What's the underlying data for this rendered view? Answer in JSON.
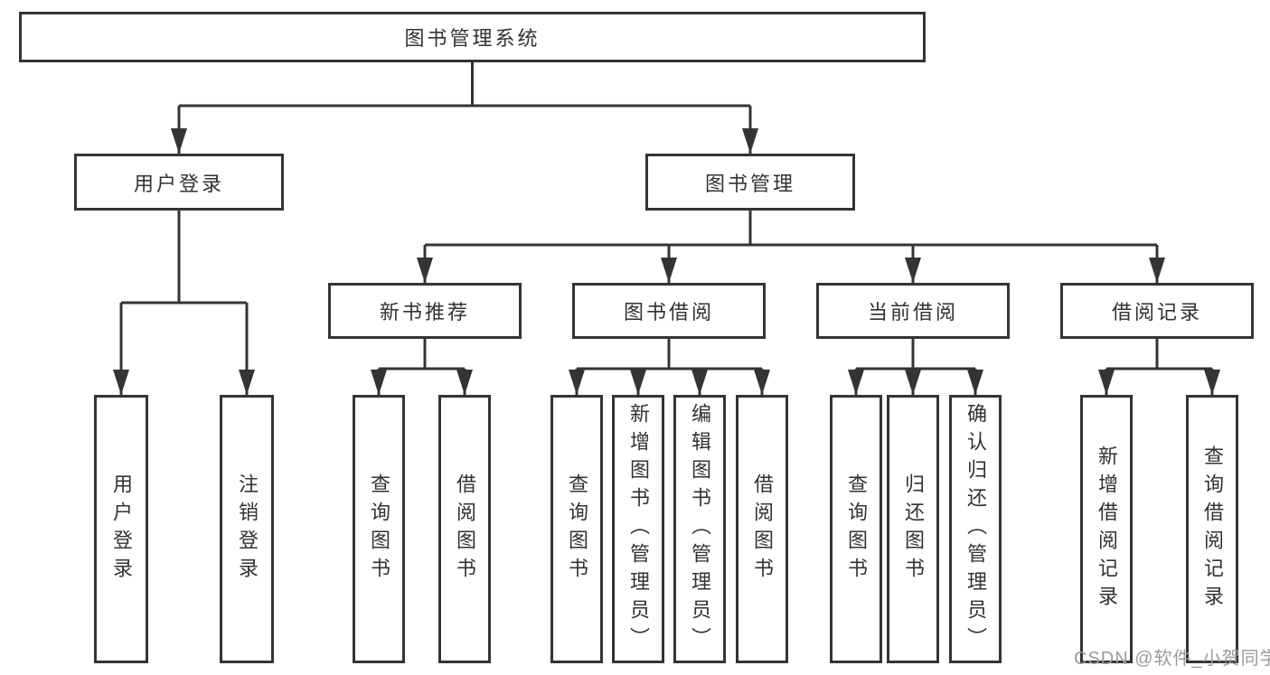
{
  "tree": {
    "root": {
      "label": "图书管理系统",
      "children": [
        {
          "label": "用户登录",
          "children": [
            {
              "label": "用户登录"
            },
            {
              "label": "注销登录"
            }
          ]
        },
        {
          "label": "图书管理",
          "children": [
            {
              "label": "新书推荐",
              "children": [
                {
                  "label": "查询图书"
                },
                {
                  "label": "借阅图书"
                }
              ]
            },
            {
              "label": "图书借阅",
              "children": [
                {
                  "label": "查询图书"
                },
                {
                  "label": "新增图书（管理员）"
                },
                {
                  "label": "编辑图书（管理员）"
                },
                {
                  "label": "借阅图书"
                }
              ]
            },
            {
              "label": "当前借阅",
              "children": [
                {
                  "label": "查询图书"
                },
                {
                  "label": "归还图书"
                },
                {
                  "label": "确认归还（管理员）"
                }
              ]
            },
            {
              "label": "借阅记录",
              "children": [
                {
                  "label": "新增借阅记录"
                },
                {
                  "label": "查询借阅记录"
                }
              ]
            }
          ]
        }
      ]
    }
  },
  "watermark": {
    "text": "CSDN @软件_小贺同学"
  },
  "colors": {
    "line": "#343434",
    "box_border": "#343434",
    "text": "#323232",
    "watermark": "#9b9b9b",
    "background": "#ffffff"
  }
}
